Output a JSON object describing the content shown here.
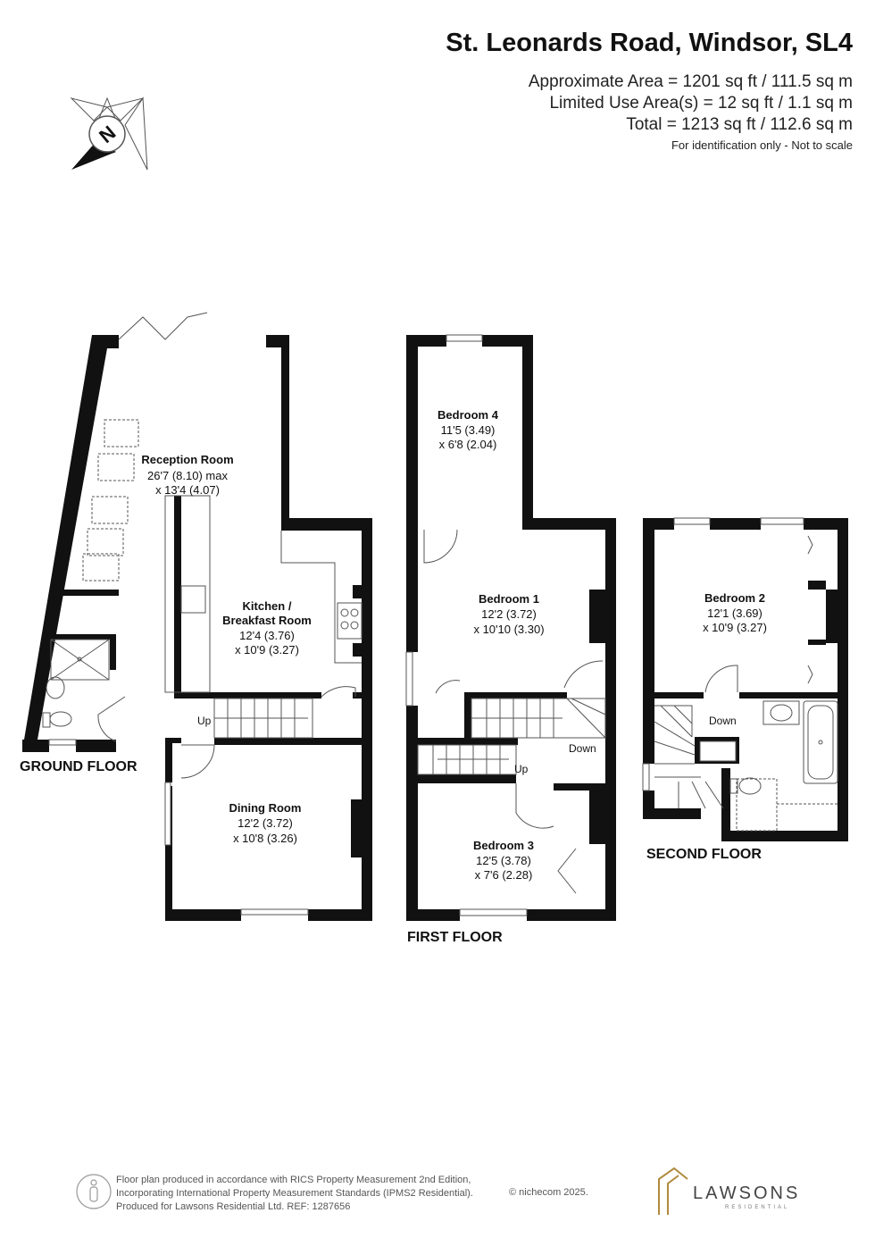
{
  "header": {
    "title": "St. Leonards Road, Windsor, SL4",
    "area_lines": [
      "Approximate Area = 1201 sq ft / 111.5 sq m",
      "Limited Use Area(s) = 12 sq ft / 1.1 sq m",
      "Total = 1213 sq ft / 112.6 sq m"
    ],
    "note": "For identification only - Not to scale"
  },
  "compass": {
    "label": "N"
  },
  "floors": {
    "ground": "GROUND FLOOR",
    "first": "FIRST FLOOR",
    "second": "SECOND FLOOR"
  },
  "rooms": {
    "reception": {
      "name": "Reception Room",
      "dim1": "26'7 (8.10) max",
      "dim2": "x 13'4 (4.07)"
    },
    "kitchen": {
      "name1": "Kitchen /",
      "name2": "Breakfast Room",
      "dim1": "12'4 (3.76)",
      "dim2": "x 10'9 (3.27)"
    },
    "dining": {
      "name": "Dining Room",
      "dim1": "12'2 (3.72)",
      "dim2": "x 10'8 (3.26)"
    },
    "bedroom4": {
      "name": "Bedroom 4",
      "dim1": "11'5 (3.49)",
      "dim2": "x 6'8 (2.04)"
    },
    "bedroom1": {
      "name": "Bedroom 1",
      "dim1": "12'2 (3.72)",
      "dim2": "x 10'10 (3.30)"
    },
    "bedroom3": {
      "name": "Bedroom 3",
      "dim1": "12'5 (3.78)",
      "dim2": "x 7'6 (2.28)"
    },
    "bedroom2": {
      "name": "Bedroom 2",
      "dim1": "12'1 (3.69)",
      "dim2": "x 10'9 (3.27)"
    }
  },
  "stair_labels": {
    "ground_up": "Up",
    "first_down": "Down",
    "first_up": "Up",
    "second_down": "Down"
  },
  "footer": {
    "lines": [
      "Floor plan produced in accordance with RICS Property Measurement 2nd Edition,",
      "Incorporating International Property Measurement Standards (IPMS2 Residential).",
      "Produced for Lawsons Residential Ltd.   REF:  1287656"
    ],
    "copyright": "© nichecom 2025.",
    "brand": "LAWSONS",
    "brand_sub": "RESIDENTIAL"
  }
}
